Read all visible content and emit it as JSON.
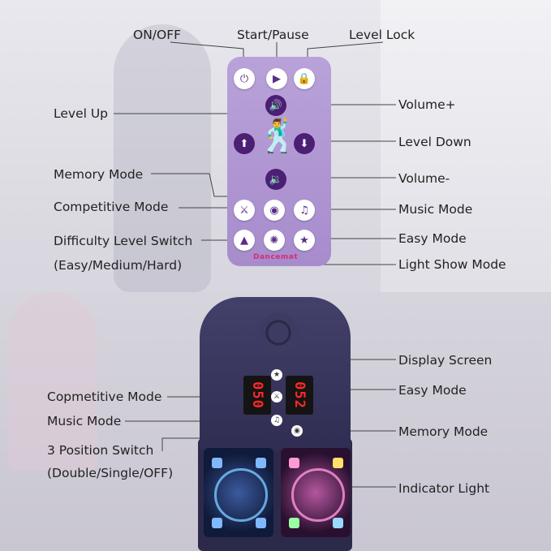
{
  "labels": {
    "on_off": "ON/OFF",
    "start_pause": "Start/Pause",
    "level_lock": "Level Lock",
    "level_up": "Level Up",
    "volume_up": "Volume+",
    "level_down": "Level Down",
    "memory_mode": "Memory Mode",
    "volume_down": "Volume-",
    "competitive_mode": "Competitive Mode",
    "music_mode": "Music Mode",
    "difficulty_switch": "Difficulty Level Switch",
    "difficulty_options": "(Easy/Medium/Hard)",
    "easy_mode": "Easy Mode",
    "light_show_mode": "Light Show Mode"
  },
  "device_labels": {
    "display_screen": "Display Screen",
    "easy_mode": "Easy Mode",
    "competitive_mode": "Copmetitive Mode",
    "music_mode": "Music Mode",
    "memory_mode": "Memory Mode",
    "position_switch": "3 Position Switch",
    "position_options": "(Double/Single/OFF)",
    "indicator_light": "Indicator Light"
  },
  "remote": {
    "brand": "Dancemat",
    "icons": {
      "power": "⏻",
      "play": "▶",
      "lock": "🔒",
      "volume_up": "🔊",
      "level_up": "⬆",
      "level_down": "⬇",
      "volume_down": "🔉",
      "competitive": "⚔",
      "memory": "◉",
      "music": "♫",
      "difficulty": "▲",
      "light": "✺",
      "easy": "★",
      "dancer": "🕺"
    }
  },
  "device": {
    "left_display": "050",
    "right_display": "052",
    "icons": {
      "easy": "★",
      "competitive": "⚔",
      "music": "♫",
      "memory": "◉"
    }
  },
  "colors": {
    "remote_body": "#b9a2d9",
    "button_dark": "#4b1f74",
    "accent_pink": "#d82a7c",
    "display_red": "#ff2828"
  }
}
